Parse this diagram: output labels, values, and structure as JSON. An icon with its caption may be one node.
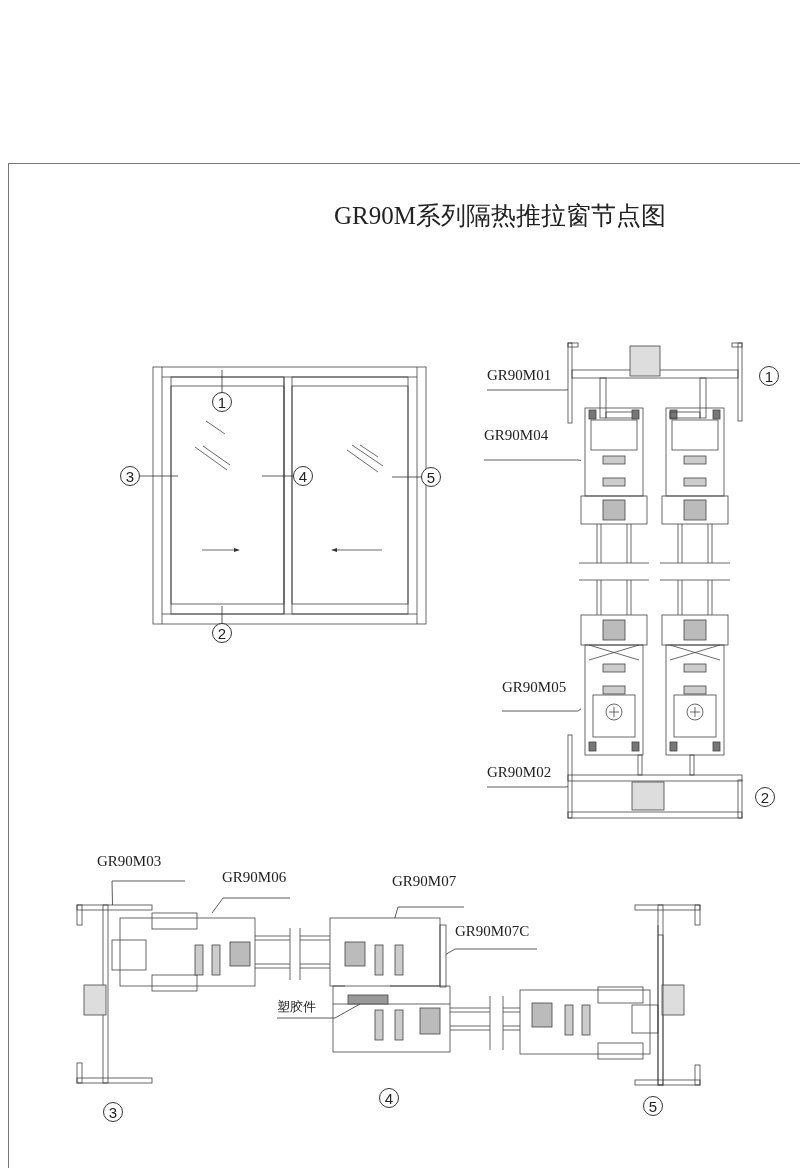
{
  "diagram": {
    "title": "GR90M系列隔热推拉窗节点图",
    "nodes": [
      {
        "text": [
          "1"
        ]
      },
      {
        "text": [
          "3"
        ]
      },
      {
        "text": [
          "4"
        ]
      },
      {
        "text": [
          "5"
        ]
      },
      {
        "text": [
          "2"
        ]
      },
      {
        "text": [
          "GR90M01"
        ]
      },
      {
        "text": [
          "GR90M04"
        ]
      },
      {
        "text": [
          "GR90M05"
        ]
      },
      {
        "text": [
          "GR90M02"
        ]
      },
      {
        "text": [
          "GR90M03"
        ]
      },
      {
        "text": [
          "GR90M06"
        ]
      },
      {
        "text": [
          "GR90M07"
        ]
      },
      {
        "text": [
          "GR90M07C"
        ]
      },
      {
        "text": [
          "塑胶件"
        ]
      },
      {
        "text": [
          "1"
        ]
      },
      {
        "text": [
          "2"
        ]
      },
      {
        "text": [
          "3"
        ]
      },
      {
        "text": [
          "4"
        ]
      },
      {
        "text": [
          "5"
        ]
      },
      {
        "text": [],
        "shape": "picture"
      },
      {
        "text": [],
        "shape": "picture"
      },
      {
        "text": [],
        "shape": "picture"
      },
      {
        "text": [],
        "shape": "picture"
      },
      {
        "text": [],
        "shape": "picture"
      },
      {
        "text": [],
        "shape": "picture"
      },
      {
        "text": [],
        "shape": "picture"
      },
      {
        "text": [],
        "shape": "bar"
      },
      {
        "text": [],
        "shape": "bar"
      }
    ],
    "edges": [
      {
        "from": 0,
        "to": null,
        "arrow": "none"
      },
      {
        "from": 1,
        "to": null,
        "arrow": "none"
      },
      {
        "from": 2,
        "to": null,
        "arrow": "none"
      },
      {
        "from": 3,
        "to": null,
        "arrow": "none"
      },
      {
        "from": 4,
        "to": null,
        "arrow": "none"
      },
      {
        "from": 5,
        "to": 19,
        "arrow": "none"
      },
      {
        "from": 6,
        "to": 20,
        "arrow": "none"
      },
      {
        "from": 7,
        "to": 21,
        "arrow": "none"
      },
      {
        "from": 8,
        "to": 22,
        "arrow": "none"
      },
      {
        "from": 9,
        "to": 23,
        "arrow": "none"
      },
      {
        "from": 10,
        "to": 24,
        "arrow": "none"
      },
      {
        "from": 11,
        "to": 25,
        "arrow": "none"
      },
      {
        "from": 12,
        "to": 26,
        "arrow": "none"
      },
      {
        "from": 13,
        "to": 27,
        "arrow": "none"
      }
    ]
  }
}
